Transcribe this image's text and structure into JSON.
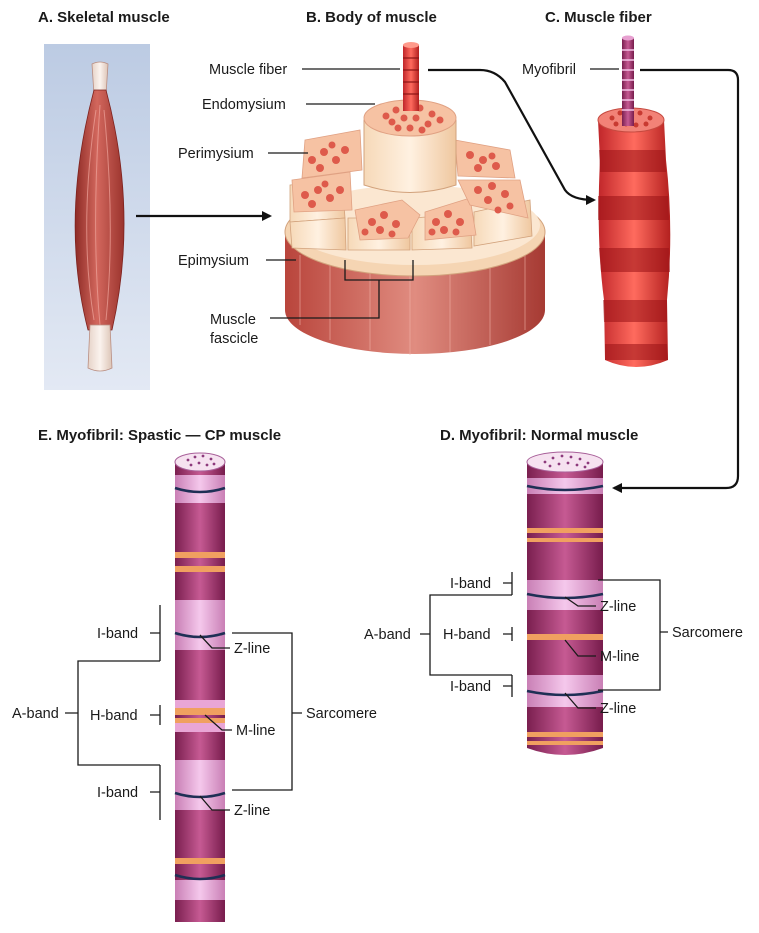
{
  "panels": {
    "a": {
      "title": "A. Skeletal muscle"
    },
    "b": {
      "title": "B. Body of muscle",
      "labels": {
        "muscle_fiber": "Muscle fiber",
        "endomysium": "Endomysium",
        "perimysium": "Perimysium",
        "epimysium": "Epimysium",
        "fascicle_line1": "Muscle",
        "fascicle_line2": "fascicle"
      }
    },
    "c": {
      "title": "C. Muscle fiber",
      "labels": {
        "myofibril": "Myofibril"
      }
    },
    "d": {
      "title": "D. Myofibril: Normal muscle",
      "labels": {
        "i_band_top": "I-band",
        "a_band": "A-band",
        "h_band": "H-band",
        "i_band_bottom": "I-band",
        "z_line_top": "Z-line",
        "m_line": "M-line",
        "z_line_bottom": "Z-line",
        "sarcomere": "Sarcomere"
      }
    },
    "e": {
      "title": "E. Myofibril: Spastic — CP muscle",
      "labels": {
        "i_band_top": "I-band",
        "a_band": "A-band",
        "h_band": "H-band",
        "i_band_bottom": "I-band",
        "z_line_top": "Z-line",
        "m_line": "M-line",
        "z_line_bottom": "Z-line",
        "sarcomere": "Sarcomere"
      }
    }
  },
  "colors": {
    "muscle_red": "#c8473f",
    "fascicle_beige": "#f3d3b0",
    "myofibril_magenta": "#a63a73",
    "myofibril_pink": "#e9a6d6",
    "band_orange": "#f0a060",
    "z_line_navy": "#1f2f55",
    "panel_a_background": "#c9d4e8"
  }
}
